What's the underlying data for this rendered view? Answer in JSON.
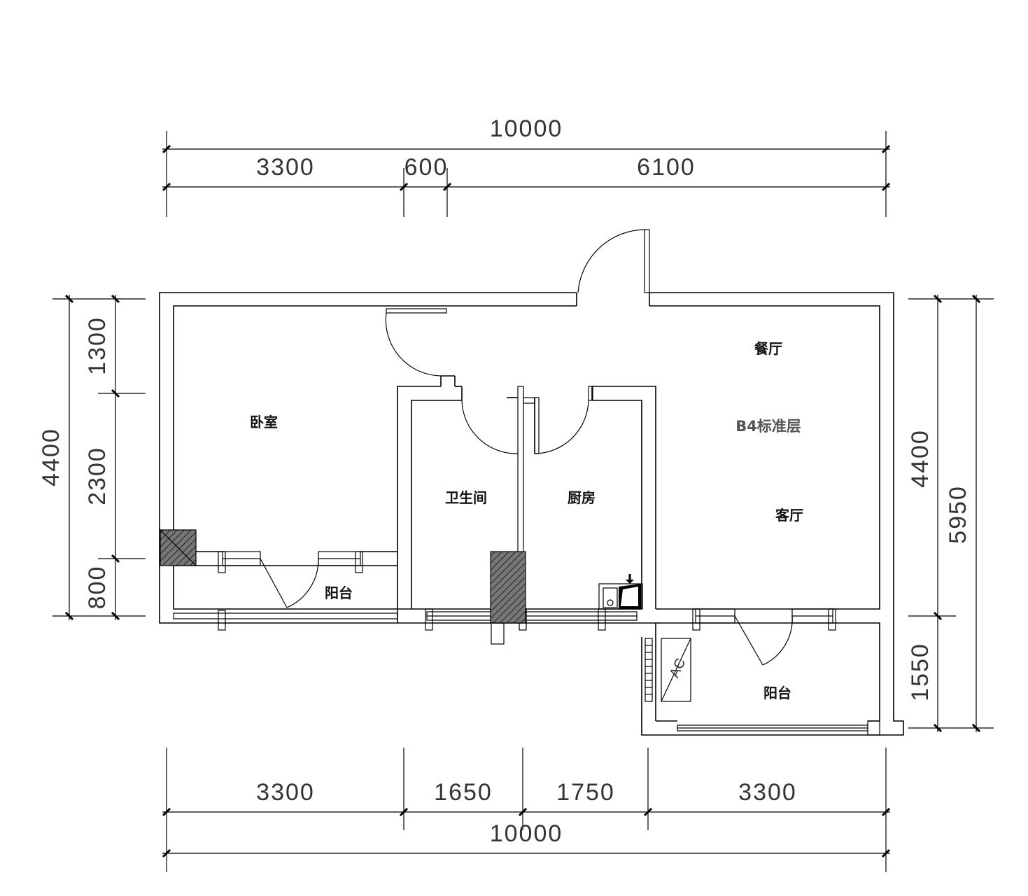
{
  "floor_label": "B4标准层",
  "rooms": {
    "bedroom": "卧室",
    "dining": "餐厅",
    "living": "客厅",
    "bathroom": "卫生间",
    "kitchen": "厨房",
    "balcony_left": "阳台",
    "balcony_right": "阳台"
  },
  "ac_label": "AC",
  "dimensions": {
    "top_total": "10000",
    "top_1": "3300",
    "top_2": "600",
    "top_3": "6100",
    "bottom_1": "3300",
    "bottom_2": "1650",
    "bottom_3": "1750",
    "bottom_4": "3300",
    "bottom_total": "10000",
    "left_total": "4400",
    "left_1": "1300",
    "left_2": "2300",
    "left_3": "800",
    "right_1": "4400",
    "right_2": "1550",
    "right_total": "5950"
  }
}
